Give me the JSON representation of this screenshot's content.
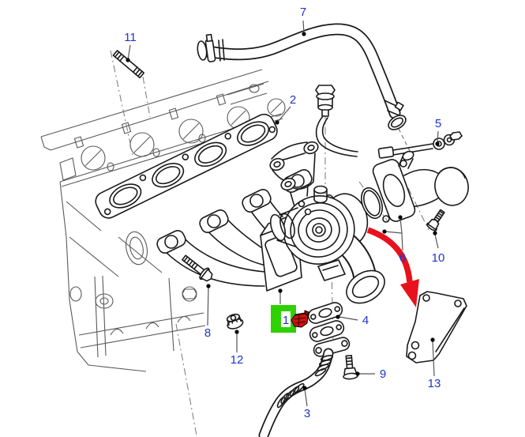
{
  "app": {
    "type": "exploded-parts-diagram",
    "background": "#ffffff"
  },
  "diagram": {
    "labels": {
      "n1": "1",
      "n2": "2",
      "n3": "3",
      "n4": "4",
      "n5": "5",
      "n6": "6",
      "n7": "7",
      "n8": "8",
      "n9": "9",
      "n10": "10",
      "n11": "11",
      "n12": "12",
      "n13": "13"
    },
    "highlight": {
      "selected_item": "1",
      "box_color": "#2fd100",
      "inner_color": "#ffffff"
    },
    "callout_color": "#2233cc",
    "leader_color": "#555555",
    "part_line_color": "#1a1a1a",
    "block_line_color": "#5a5a5a",
    "arrow": {
      "color": "#e8121c",
      "direction": "down-right"
    },
    "cursor": {
      "icon": "red-hand-cursor",
      "color": "#d40f0f"
    }
  }
}
